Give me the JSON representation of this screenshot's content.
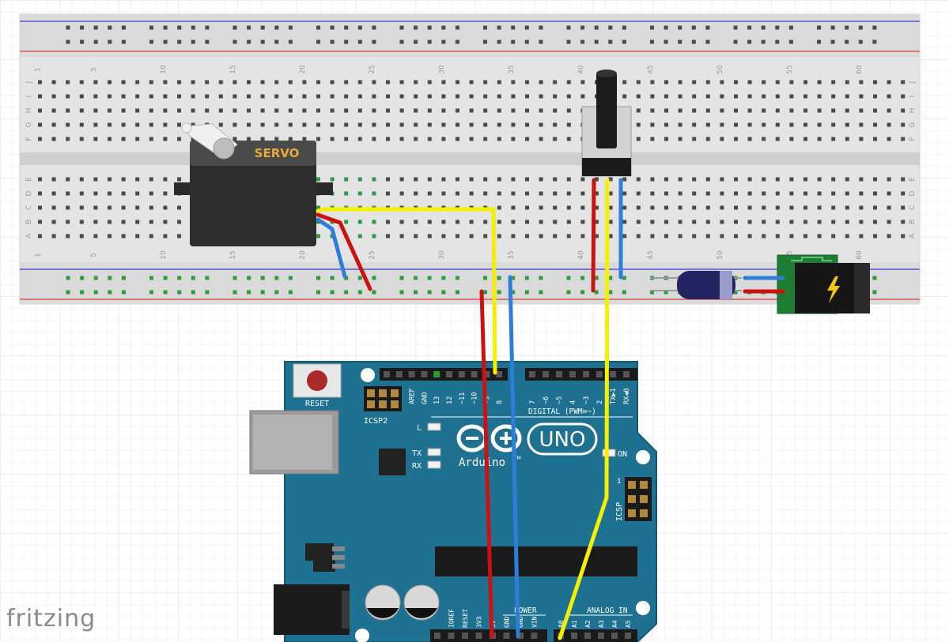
{
  "app": {
    "brand": "fritzing"
  },
  "breadboard": {
    "column_numbers": [
      "1",
      "5",
      "10",
      "15",
      "20",
      "25",
      "30",
      "35",
      "40",
      "45",
      "50",
      "55",
      "60"
    ],
    "row_letters_top": [
      "J",
      "I",
      "H",
      "G",
      "F"
    ],
    "row_letters_bottom": [
      "E",
      "D",
      "C",
      "B",
      "A"
    ]
  },
  "servo": {
    "label": "SERVO"
  },
  "arduino": {
    "reset_label": "RESET",
    "icsp2_label": "ICSP2",
    "icsp_label": "ICSP",
    "icsp_pin1": "1",
    "led_l": "L",
    "led_tx": "TX",
    "led_rx": "RX",
    "led_on": "ON",
    "logo_text": "Arduino",
    "logo_tm": "TM",
    "model": "UNO",
    "digital_label": "DIGITAL (PWM=~)",
    "power_label": "POWER",
    "analog_label": "ANALOG IN",
    "top_pins": [
      "AREF",
      "GND",
      "13",
      "12",
      "~11",
      "~10",
      "~9",
      "8",
      "7",
      "~6",
      "~5",
      "4",
      "~3",
      "2",
      "TX▶1",
      "RX◀0"
    ],
    "power_pins": [
      "IOREF",
      "RESET",
      "3V3",
      "5V",
      "GND",
      "GND",
      "VIN"
    ],
    "analog_pins": [
      "A0",
      "A1",
      "A2",
      "A3",
      "A4",
      "A5"
    ]
  },
  "colors": {
    "board": "#1e7191",
    "board_dark": "#145873",
    "wire_red": "#cc1111",
    "wire_blue": "#2e7ddb",
    "wire_yellow": "#f4f000",
    "rail_red": "#d93d3d",
    "rail_blue": "#3a3ad0"
  },
  "wires": [
    {
      "name": "wire-servo-signal",
      "color": "wire_yellow"
    },
    {
      "name": "wire-servo-ground",
      "color": "wire_blue"
    },
    {
      "name": "wire-servo-power",
      "color": "wire_red"
    },
    {
      "name": "wire-pot-power",
      "color": "wire_red"
    },
    {
      "name": "wire-pot-ground",
      "color": "wire_blue"
    },
    {
      "name": "wire-pot-wiper",
      "color": "wire_yellow"
    },
    {
      "name": "wire-arduino-5v",
      "color": "wire_red"
    },
    {
      "name": "wire-arduino-gnd",
      "color": "wire_blue"
    },
    {
      "name": "wire-jack-positive",
      "color": "wire_red"
    },
    {
      "name": "wire-jack-negative",
      "color": "wire_blue"
    }
  ]
}
